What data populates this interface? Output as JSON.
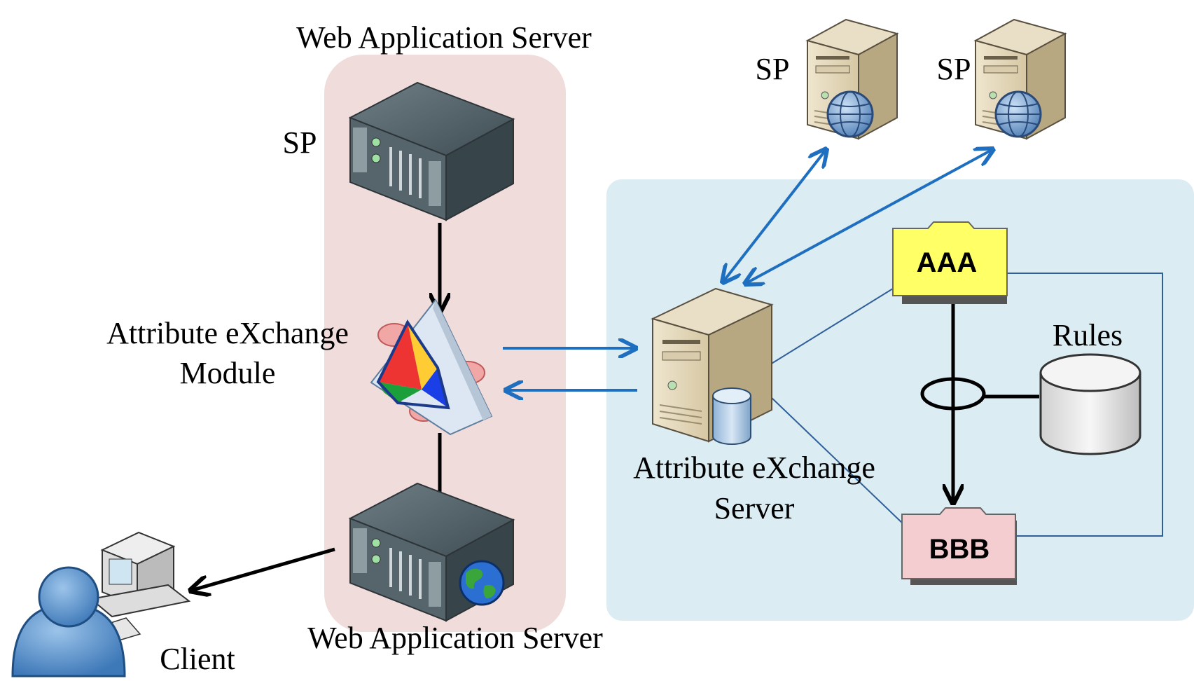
{
  "labels": {
    "web_app_server_top": "Web Application Server",
    "web_app_server_bottom": "Web Application Server",
    "sp_left": "SP",
    "sp_top_1": "SP",
    "sp_top_2": "SP",
    "aex_module_line1": "Attribute eXchange",
    "aex_module_line2": "Module",
    "aex_server_line1": "Attribute eXchange",
    "aex_server_line2": "Server",
    "rules": "Rules",
    "client": "Client",
    "folder_aaa": "AAA",
    "folder_bbb": "BBB"
  },
  "colors": {
    "web_server_zone": "#f1dcdc",
    "aex_zone": "#dbecf3",
    "blue_arrow": "#1f6fc0",
    "thin_line": "#2f5f9a",
    "folder_aaa": "#ffff66",
    "folder_bbb": "#f4cdd0"
  },
  "icons": {
    "rack_server": "rack-server-icon",
    "tower_server": "tower-server-icon",
    "module": "attribute-exchange-module-icon",
    "database": "database-icon",
    "user": "user-icon",
    "computer": "computer-icon",
    "globe": "globe-icon",
    "folder": "folder-icon"
  }
}
